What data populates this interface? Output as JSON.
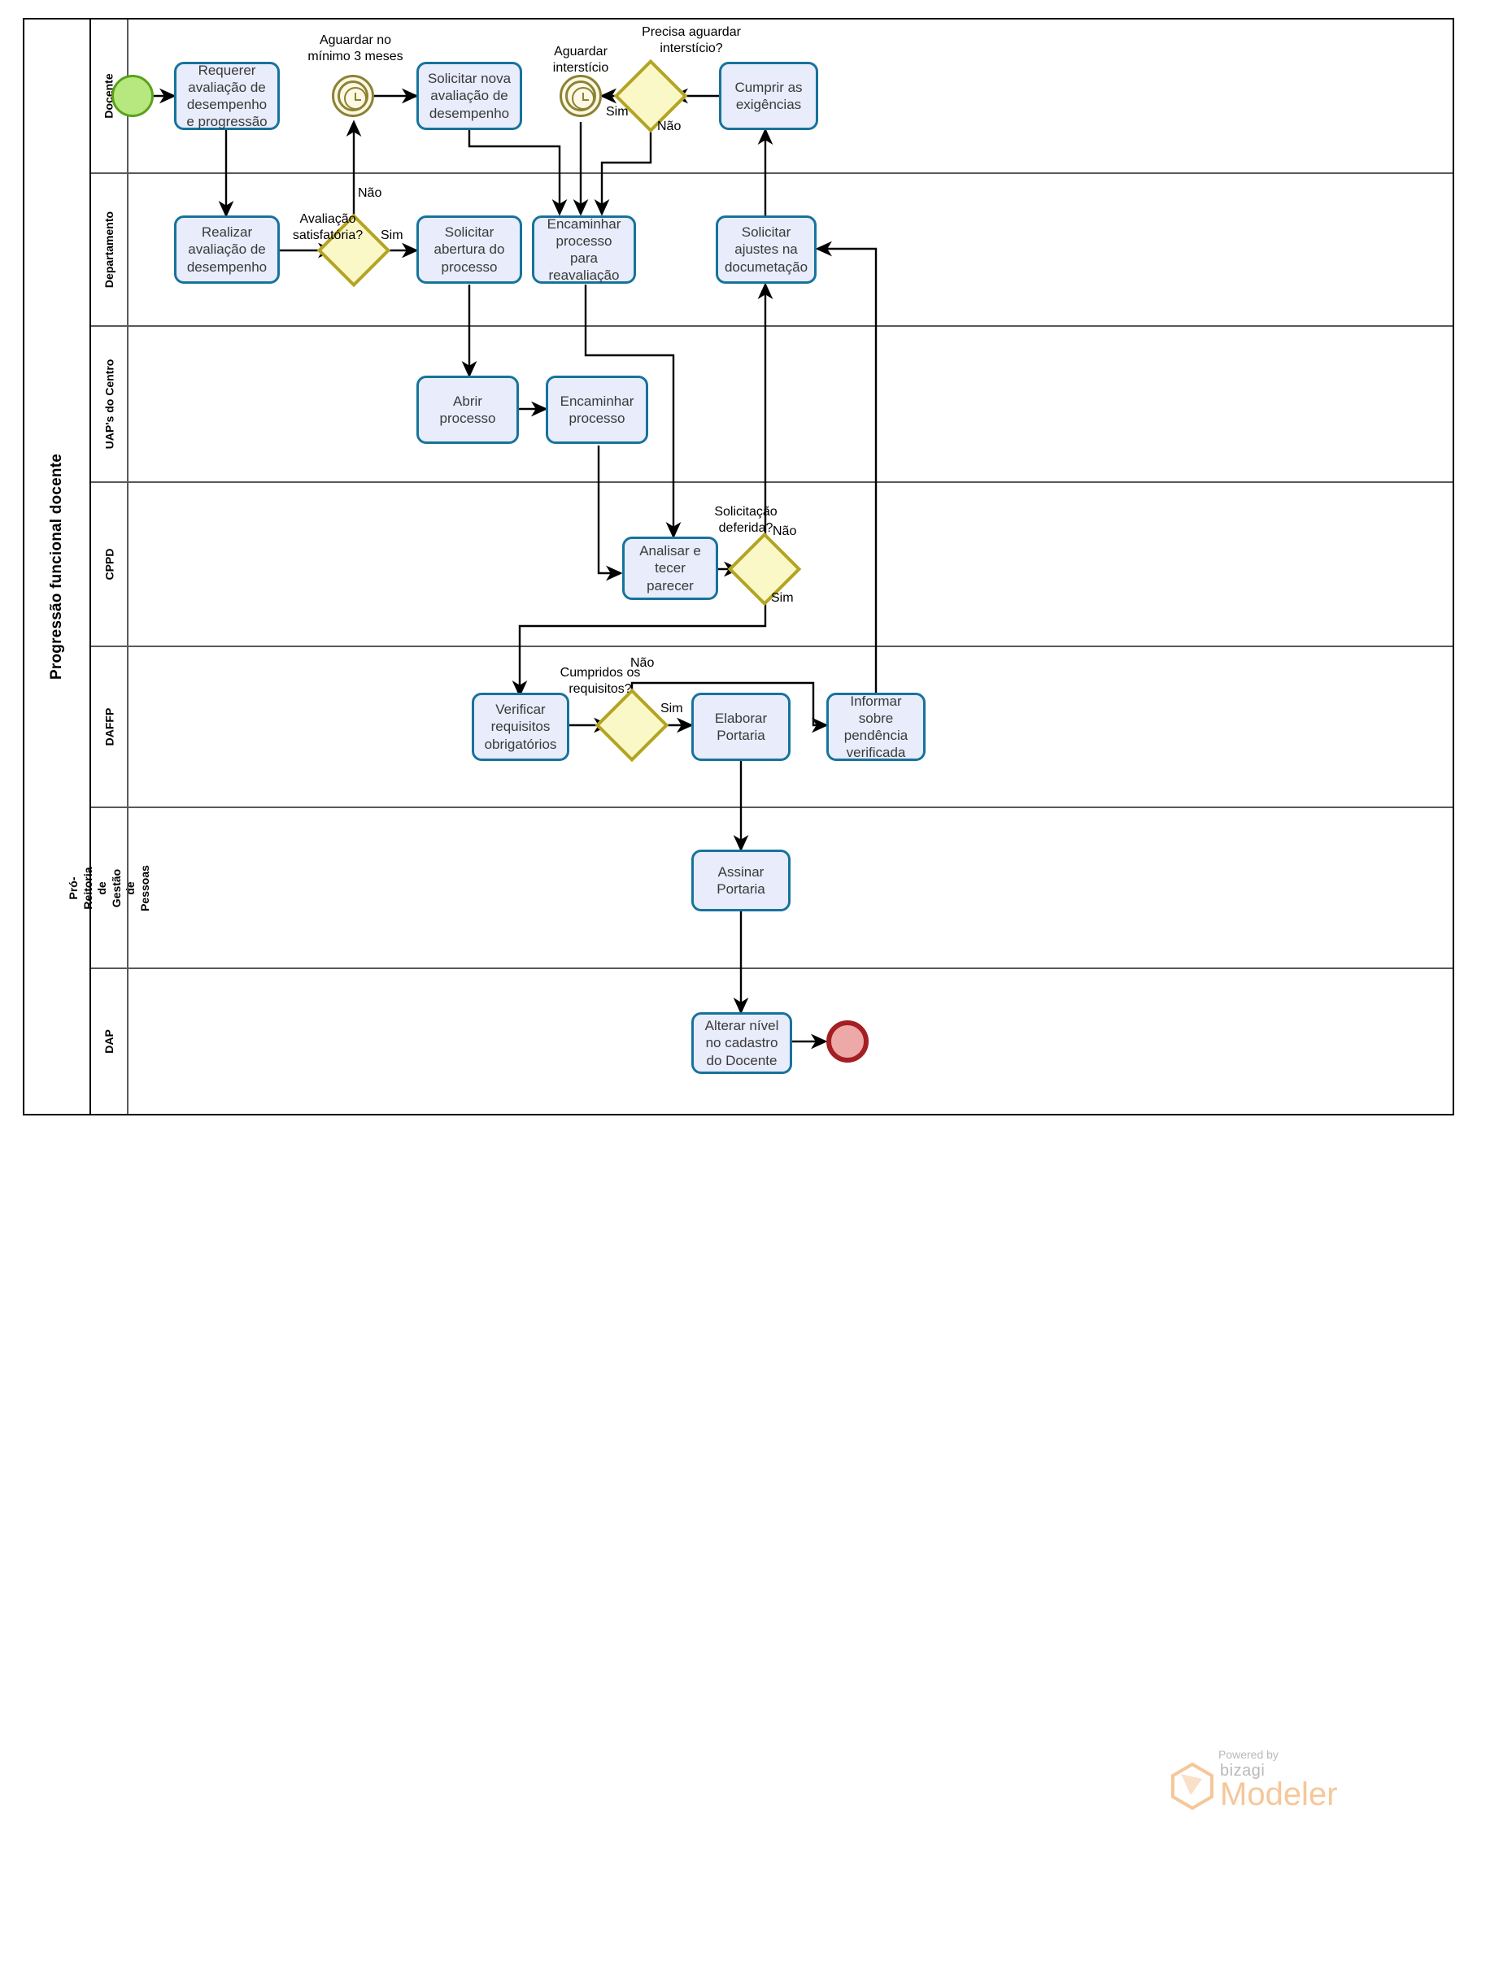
{
  "pool": {
    "title": "Progressão funcional docente"
  },
  "lanes": [
    {
      "id": "docente",
      "label": "Docente"
    },
    {
      "id": "departamento",
      "label": "Departamento"
    },
    {
      "id": "uaps",
      "label": "UAP's do Centro"
    },
    {
      "id": "cppd",
      "label": "CPPD"
    },
    {
      "id": "daffp",
      "label": "DAFFP"
    },
    {
      "id": "progep",
      "label": "Pró-Reitoria de Gestão de Pessoas"
    },
    {
      "id": "dap",
      "label": "DAP"
    }
  ],
  "tasks": [
    {
      "id": "requerer",
      "label": "Requerer avaliação de desempenho e progressão"
    },
    {
      "id": "solicitar-nova",
      "label": "Solicitar nova avaliação de desempenho"
    },
    {
      "id": "cumprir",
      "label": "Cumprir as exigências"
    },
    {
      "id": "realizar-avaliacao",
      "label": "Realizar avaliação de desempenho"
    },
    {
      "id": "solicitar-abertura",
      "label": "Solicitar abertura do processo"
    },
    {
      "id": "encaminhar-reaval",
      "label": "Encaminhar processo para reavaliação"
    },
    {
      "id": "solicitar-ajustes",
      "label": "Solicitar ajustes na documetação"
    },
    {
      "id": "abrir-processo",
      "label": "Abrir processo"
    },
    {
      "id": "encaminhar-processo",
      "label": "Encaminhar processo"
    },
    {
      "id": "analisar-parecer",
      "label": "Analisar e tecer parecer"
    },
    {
      "id": "verificar-requisitos",
      "label": "Verificar requisitos obrigatórios"
    },
    {
      "id": "elaborar-portaria",
      "label": "Elaborar Portaria"
    },
    {
      "id": "informar-pendencia",
      "label": "Informar sobre pendência verificada"
    },
    {
      "id": "assinar-portaria",
      "label": "Assinar Portaria"
    },
    {
      "id": "alterar-nivel",
      "label": "Alterar nível no cadastro do Docente"
    }
  ],
  "gateways": [
    {
      "id": "precisa-intersticio",
      "label": "Precisa aguardar interstício?"
    },
    {
      "id": "avaliacao-satisfatoria",
      "label": "Avaliação satisfatória?"
    },
    {
      "id": "solicitacao-deferida",
      "label": "Solicitação deferida?"
    },
    {
      "id": "cumpridos-requisitos",
      "label": "Cumpridos os requisitos?"
    }
  ],
  "events": [
    {
      "id": "start",
      "type": "start",
      "label": ""
    },
    {
      "id": "timer-3meses",
      "type": "timer",
      "label": "Aguardar no mínimo 3 meses"
    },
    {
      "id": "timer-intersticio",
      "type": "timer",
      "label": "Aguardar interstício"
    },
    {
      "id": "end",
      "type": "end",
      "label": ""
    }
  ],
  "flow_labels": {
    "nao_avaliacao": "Não",
    "sim_avaliacao": "Sim",
    "sim_intersticio": "Sim",
    "nao_intersticio": "Não",
    "nao_deferida": "Não",
    "sim_deferida": "Sim",
    "nao_requisitos": "Não",
    "sim_requisitos": "Sim"
  },
  "footer": {
    "powered_by": "Powered by",
    "brand": "bizagi",
    "product": "Modeler"
  },
  "colors": {
    "task_fill": "#e8ecfb",
    "task_border": "#17739b",
    "gateway_fill": "#fbf8c8",
    "gateway_border": "#b3a423",
    "start_fill": "#b7e77f",
    "start_border": "#59a21a",
    "end_fill": "#eda8a8",
    "end_border": "#a41f23",
    "timer_border": "#8b8233",
    "lane_border": "#595959",
    "pool_border": "#000000"
  }
}
